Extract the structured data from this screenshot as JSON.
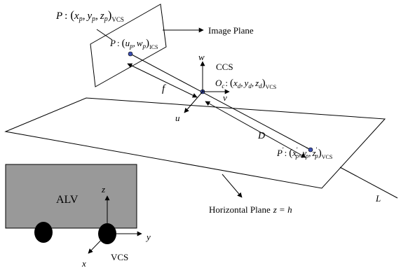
{
  "labels": {
    "point_p": "P",
    "colon": ":",
    "paren_open": "(",
    "paren_close": ")",
    "comma": ",",
    "x": "x",
    "y": "y",
    "z": "z",
    "u": "u",
    "v": "v",
    "w": "w",
    "sub_p": "p",
    "sub_d": "d",
    "sub_c": "c",
    "prime": "'",
    "vcs": "VCS",
    "ics": "ICS",
    "ccs": "CCS",
    "origin_o": "O",
    "image_plane": "Image Plane",
    "focal_f": "f",
    "distance_d": "D",
    "alv": "ALV",
    "horizontal_plane": "Horizontal Plane",
    "plane_eq_z": "z",
    "plane_eq_equals": "=",
    "plane_eq_h": "h",
    "line_l": "L"
  },
  "colors": {
    "alv_body": "#999999",
    "wheel": "#000000",
    "point_fill": "#3b4fb0"
  }
}
